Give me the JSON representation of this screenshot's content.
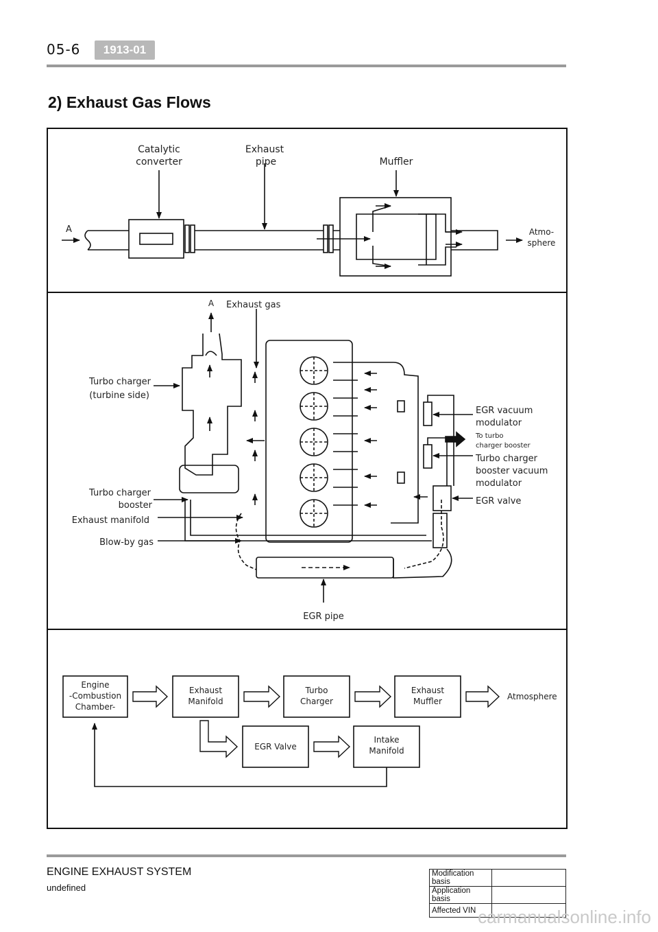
{
  "header": {
    "page_number": "05-6",
    "code": "1913-01"
  },
  "title": "2) Exhaust Gas Flows",
  "panel1": {
    "catalytic_l1": "Catalytic",
    "catalytic_l2": "converter",
    "exhaust_l1": "Exhaust",
    "exhaust_l2": "pipe",
    "muffler": "Muffler",
    "a_label": "A",
    "atmo_l1": "Atmo-",
    "atmo_l2": "sphere"
  },
  "panel2": {
    "a_label": "A",
    "exhaust_gas": "Exhaust gas",
    "turbo_turbine_l1": "Turbo charger",
    "turbo_turbine_l2": "(turbine side)",
    "turbo_booster_l1": "Turbo charger",
    "turbo_booster_l2": "booster",
    "exhaust_manifold": "Exhaust manifold",
    "blowby": "Blow-by gas",
    "egr_vacuum_l1": "EGR vacuum",
    "egr_vacuum_l2": "modulator",
    "to_turbo_l1": "To turbo",
    "to_turbo_l2": "charger booster",
    "tcbvm_l1": "Turbo charger",
    "tcbvm_l2": "booster vacuum",
    "tcbvm_l3": "modulator",
    "egr_valve": "EGR valve",
    "egr_pipe": "EGR pipe"
  },
  "panel3": {
    "engine_l1": "Engine",
    "engine_l2": "-Combustion",
    "engine_l3": "Chamber-",
    "exhaust_manifold_l1": "Exhaust",
    "exhaust_manifold_l2": "Manifold",
    "turbo_l1": "Turbo",
    "turbo_l2": "Charger",
    "muffler_l1": "Exhaust",
    "muffler_l2": "Muffler",
    "atmosphere": "Atmosphere",
    "egr_valve": "EGR Valve",
    "intake_l1": "Intake",
    "intake_l2": "Manifold"
  },
  "footer": {
    "title": "ENGINE EXHAUST SYSTEM",
    "subtitle": "undefined",
    "modification_basis": "Modification basis",
    "application_basis": "Application basis",
    "affected_vin": "Affected VIN"
  },
  "watermark": "carmanualsonline.info"
}
